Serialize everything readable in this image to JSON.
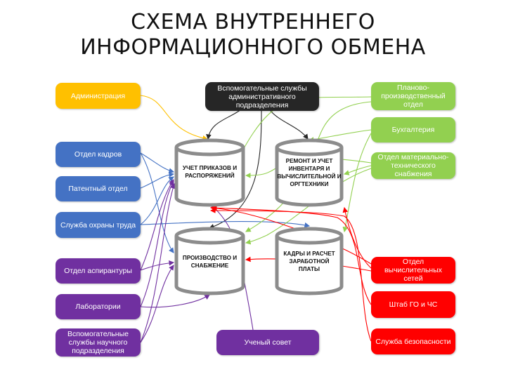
{
  "title": {
    "line1": "СХЕМА ВНУТРЕННЕГО",
    "line2": "ИНФОРМАЦИОННОГО ОБМЕНА"
  },
  "colors": {
    "yellow": "#FFC000",
    "blue": "#4472C4",
    "purple": "#7030A0",
    "black": "#262626",
    "green": "#92D050",
    "red": "#FF0000"
  },
  "boxes": {
    "administration": "Администрация",
    "hr_department": "Отдел кадров",
    "patent_department": "Патентный отдел",
    "labor_protection": "Служба охраны труда",
    "postgraduate": "Отдел аспирантуры",
    "laboratories": "Лаборатории",
    "science_support": "Вспомогательные службы научного подразделения",
    "admin_support": "Вспомогательные службы административного подразделения",
    "academic_council": "Ученый совет",
    "planning": "Планово-производственный отдел",
    "accounting": "Бухгалтерия",
    "supply_department": "Отдел материально-технического снабжения",
    "network_department": "Отдел вычислительных сетей",
    "civil_defense": "Штаб ГО и ЧС",
    "security": "Служба безопасности"
  },
  "databases": {
    "orders": "УЧЕТ ПРИКАЗОВ И РАСПОРЯЖЕНИЙ",
    "repair": "РЕМОНТ И УЧЕТ ИНВЕНТАРЯ И ВЫЧИСЛИТЕЛЬНОЙ И ОРГТЕХНИКИ",
    "production": "ПРОИЗВОДСТВО И СНАБЖЕНИЕ",
    "payroll": "КАДРЫ И РАСЧЕТ ЗАРАБОТНОЙ ПЛАТЫ"
  }
}
